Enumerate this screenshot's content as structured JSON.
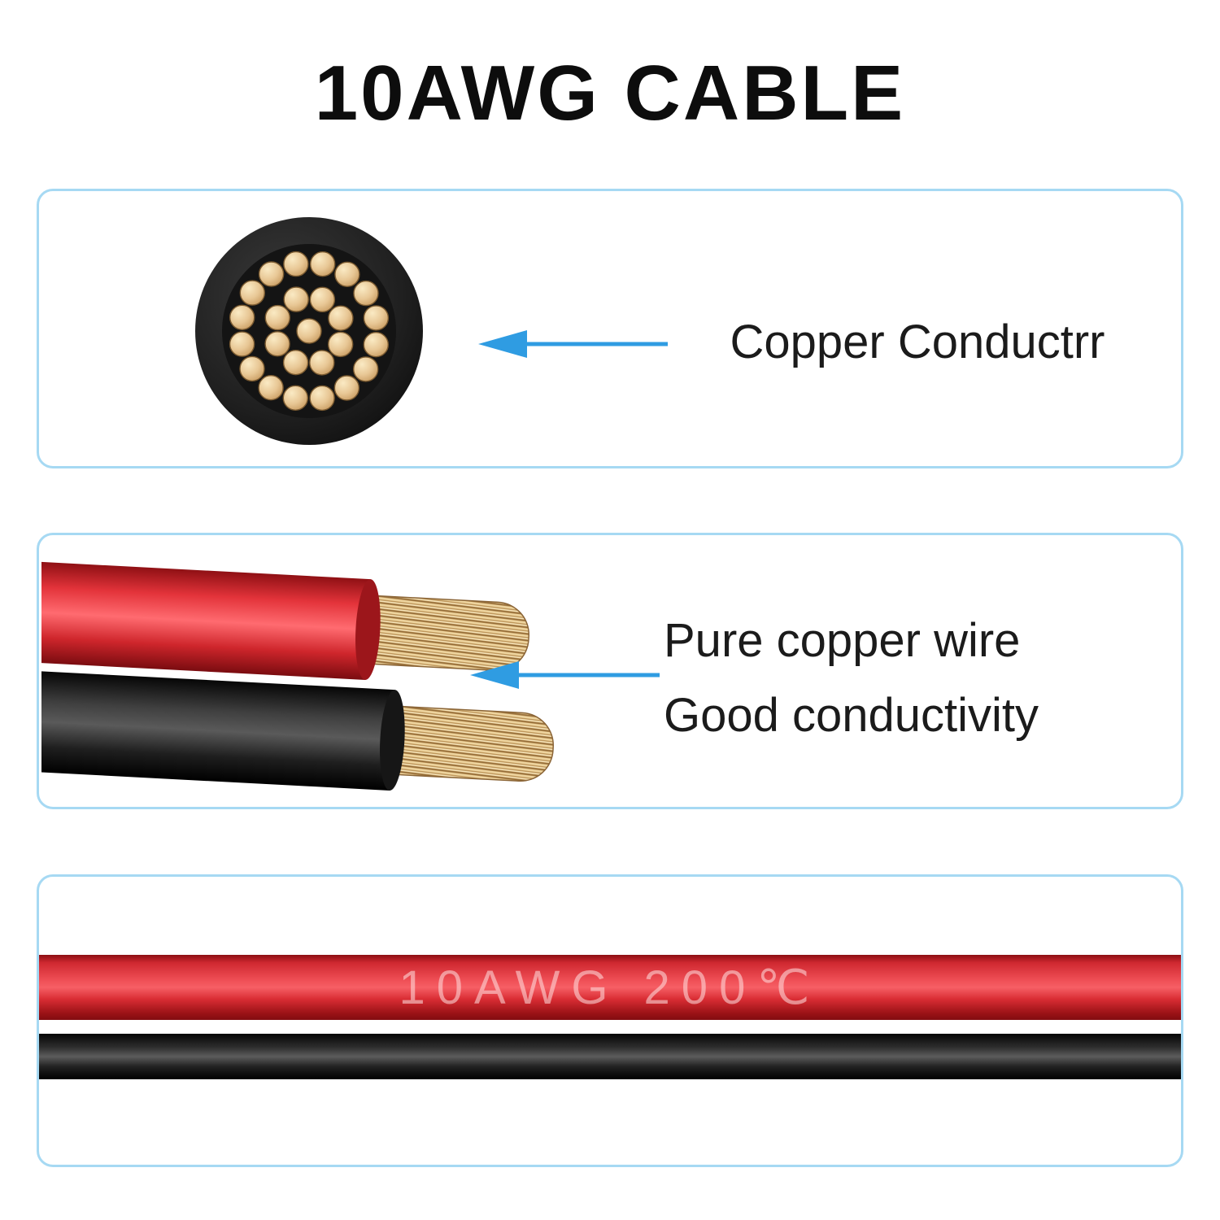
{
  "title": "10AWG CABLE",
  "colors": {
    "accent-blue": "#2f9ce2",
    "panel-border": "#a6d9f3",
    "cable-red": "#e8343b",
    "cable-black": "#1c1c1c",
    "copper": "#e3c48e"
  },
  "icons": {
    "arrow": "left-pointing-arrow"
  },
  "panels": {
    "cross_section": {
      "label": "Copper Conductrr"
    },
    "stripped_wires": {
      "label_line1": "Pure copper wire",
      "label_line2": "Good conductivity"
    },
    "cable_print": {
      "print_text": "10AWG 200℃"
    }
  }
}
